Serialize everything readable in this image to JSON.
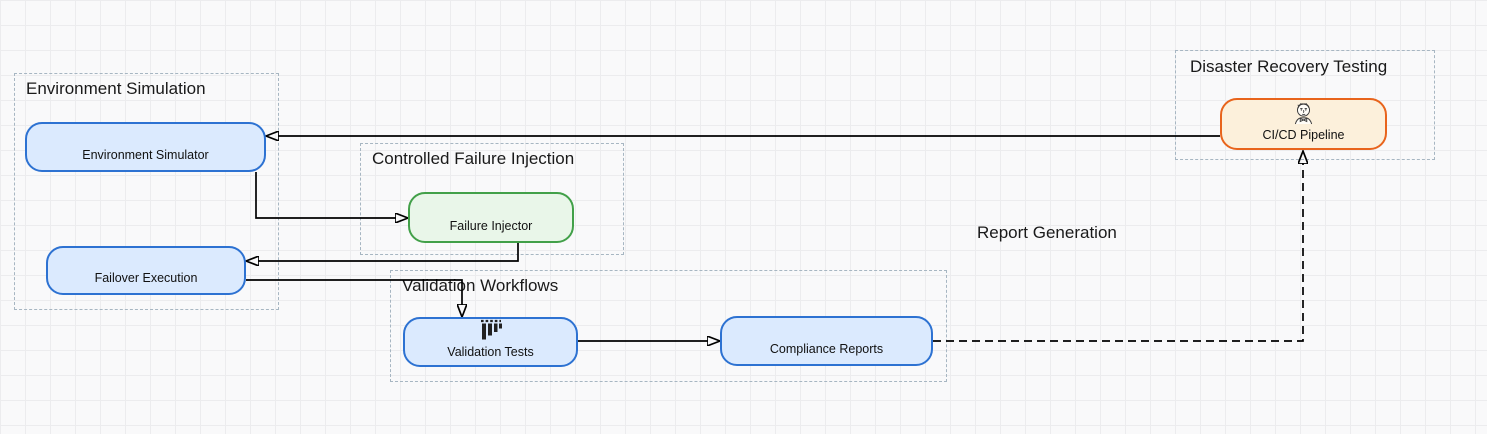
{
  "groups": [
    {
      "id": "environment-simulation",
      "label": "Environment Simulation"
    },
    {
      "id": "controlled-failure-injection",
      "label": "Controlled Failure Injection"
    },
    {
      "id": "validation-workflows",
      "label": "Validation Workflows"
    },
    {
      "id": "disaster-recovery-testing",
      "label": "Disaster Recovery Testing"
    }
  ],
  "nodes": [
    {
      "id": "environment-simulator",
      "label": "Environment Simulator",
      "group": "environment-simulation",
      "color": "blue"
    },
    {
      "id": "failover-execution",
      "label": "Failover Execution",
      "group": "environment-simulation",
      "color": "blue"
    },
    {
      "id": "failure-injector",
      "label": "Failure Injector",
      "group": "controlled-failure-injection",
      "color": "green"
    },
    {
      "id": "validation-tests",
      "label": "Validation Tests",
      "group": "validation-workflows",
      "color": "blue",
      "icon": "panpipes-bars-icon"
    },
    {
      "id": "compliance-reports",
      "label": "Compliance Reports",
      "group": "validation-workflows",
      "color": "blue"
    },
    {
      "id": "cicd-pipeline",
      "label": "CI/CD Pipeline",
      "group": "disaster-recovery-testing",
      "color": "orange",
      "icon": "jenkins-butler-icon"
    }
  ],
  "edges": [
    {
      "from": "cicd-pipeline",
      "to": "environment-simulator",
      "style": "solid",
      "label": ""
    },
    {
      "from": "environment-simulator",
      "to": "failure-injector",
      "style": "solid",
      "label": ""
    },
    {
      "from": "failure-injector",
      "to": "failover-execution",
      "style": "solid",
      "label": ""
    },
    {
      "from": "failover-execution",
      "to": "validation-tests",
      "style": "solid",
      "label": ""
    },
    {
      "from": "validation-tests",
      "to": "compliance-reports",
      "style": "solid",
      "label": ""
    },
    {
      "from": "compliance-reports",
      "to": "cicd-pipeline",
      "style": "dashed",
      "label": "Report Generation"
    }
  ],
  "colors": {
    "node_blue_fill": "#dbeafe",
    "node_blue_border": "#2d72d2",
    "node_green_fill": "#e9f6e9",
    "node_green_border": "#42a049",
    "node_orange_fill": "#fcf0db",
    "node_orange_border": "#e8641c",
    "group_border": "#a7b6c2",
    "edge": "#000000",
    "canvas_bg": "#f9f9fa",
    "grid_line": "#ececee"
  }
}
